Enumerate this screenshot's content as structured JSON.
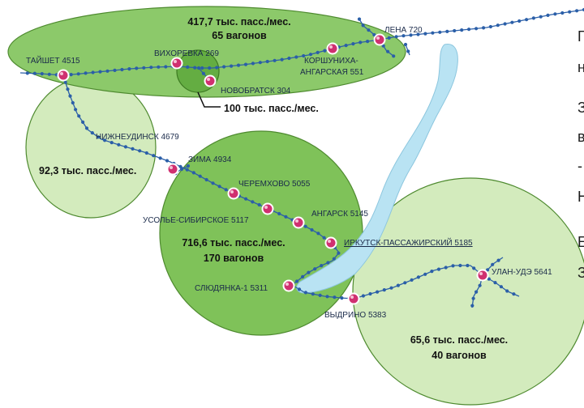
{
  "map": {
    "colors": {
      "zone_dark": "#7fc259",
      "zone_light": "#d3ebbd",
      "zone_stroke": "#4e8a2f",
      "rail": "#2b5fa8",
      "lake": "#b9e3f3",
      "station": "#d03070"
    },
    "stations": [
      {
        "id": "lena",
        "name": "ЛЕНА",
        "code": "720"
      },
      {
        "id": "korshunikha",
        "name": "КОРШУНИХА-\nАНГАРСКАЯ",
        "code": "551"
      },
      {
        "id": "vikhorevka",
        "name": "ВИХОРЕВКА",
        "code": "269"
      },
      {
        "id": "novobratsk",
        "name": "НОВОБРАТСК",
        "code": "304"
      },
      {
        "id": "taishet",
        "name": "ТАЙШЕТ",
        "code": "4515"
      },
      {
        "id": "nizhneudinsk",
        "name": "НИЖНЕУДИНСК",
        "code": "4679"
      },
      {
        "id": "zima",
        "name": "ЗИМА",
        "code": "4934"
      },
      {
        "id": "cheremkhovo",
        "name": "ЧЕРЕМХОВО",
        "code": "5055"
      },
      {
        "id": "usolye",
        "name": "УСОЛЬЕ-СИБИРСКОЕ",
        "code": "5117"
      },
      {
        "id": "angarsk",
        "name": "АНГАРСК",
        "code": "5145"
      },
      {
        "id": "irkutsk",
        "name": "ИРКУТСК-ПАССАЖИРСКИЙ",
        "code": "5185"
      },
      {
        "id": "slyudyanka",
        "name": "СЛЮДЯНКА-1",
        "code": "5311"
      },
      {
        "id": "vydrino",
        "name": "ВЫДРИНО",
        "code": "5383"
      },
      {
        "id": "ulan_ude",
        "name": "УЛАН-УДЭ",
        "code": "5641"
      }
    ],
    "zones": [
      {
        "id": "north",
        "lines": [
          "417,7 тыс. пасс./мес.",
          "65 вагонов"
        ]
      },
      {
        "id": "bratsk",
        "lines": [
          "100 тыс. пасс./мес."
        ]
      },
      {
        "id": "west",
        "lines": [
          "92,3 тыс. пасс./мес."
        ]
      },
      {
        "id": "irkutsk",
        "lines": [
          "716,6 тыс. пасс./мес.",
          "170 вагонов"
        ]
      },
      {
        "id": "east",
        "lines": [
          "65,6 тыс. пасс./мес.",
          "40 вагонов"
        ]
      }
    ]
  },
  "side_fragments": [
    "Г",
    "н",
    "З",
    "в",
    "-",
    "Н",
    "Е",
    "З"
  ]
}
